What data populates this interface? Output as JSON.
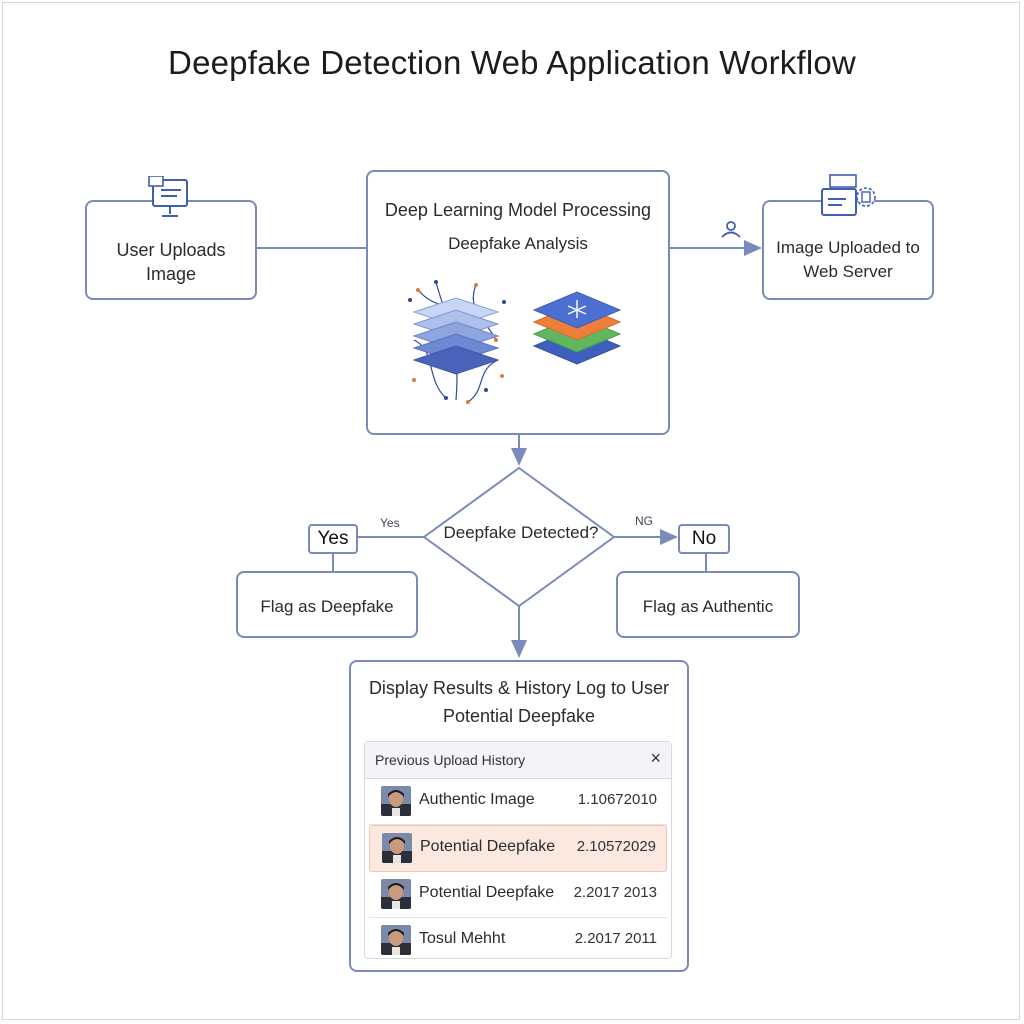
{
  "title": "Deepfake Detection Web Application Workflow",
  "nodes": {
    "user_uploads": {
      "line1": "User Uploads",
      "line2": "Image"
    },
    "processing": {
      "line1": "Deep Learning Model Processing",
      "line2": "Deepfake Analysis"
    },
    "uploaded_server": {
      "line1": "Image Uploaded to",
      "line2": "Web Server"
    },
    "decision": "Deepfake Detected?",
    "flag_deepfake": "Flag as Deepfake",
    "flag_authentic": "Flag as Authentic",
    "results": {
      "line1": "Display Results & History Log to User",
      "line2": "Potential Deepfake"
    }
  },
  "branch_labels": {
    "yes_small": "Yes",
    "no_small": "NG",
    "yes_tag": "Yes",
    "no_tag": "No"
  },
  "history": {
    "title": "Previous Upload History",
    "close_glyph": "×",
    "rows": [
      {
        "name": "Authentic Image",
        "value": "1.10672010",
        "highlighted": false
      },
      {
        "name": "Potential Deepfake",
        "value": "2.10572029",
        "highlighted": true
      },
      {
        "name": "Potential Deepfake",
        "value": "2.2017 2013",
        "highlighted": false
      },
      {
        "name": "Tosul Mehht",
        "value": "2.2017 2011",
        "highlighted": false
      }
    ]
  },
  "icons": {
    "upload": "monitor-upload-icon",
    "server": "server-upload-icon",
    "user": "user-icon",
    "network": "neural-network-icon",
    "layers": "model-layers-icon",
    "thumbnail": "person-photo-icon"
  },
  "colors": {
    "box_border": "#7b8bb9",
    "icon_blue": "#3f5fb0",
    "highlight_row": "#fbe9e0"
  }
}
